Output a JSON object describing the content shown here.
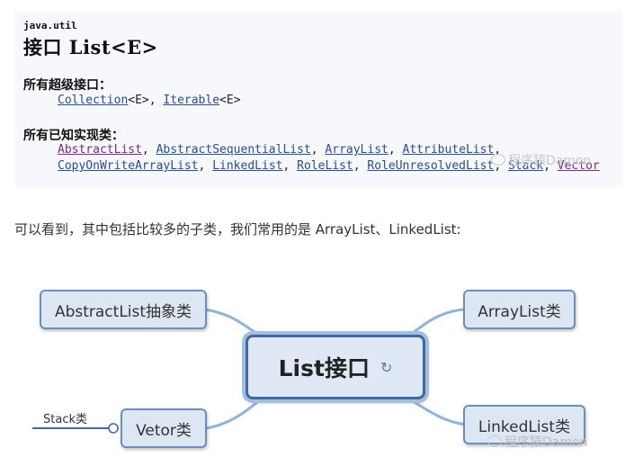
{
  "doc": {
    "package": "java.util",
    "title": "接口 List<E>",
    "superinterfaces_heading": "所有超级接口：",
    "superinterfaces": [
      {
        "name": "Collection",
        "suffix": "<E>, "
      },
      {
        "name": "Iterable",
        "suffix": "<E>"
      }
    ],
    "known_impl_heading": "所有已知实现类：",
    "impl_row1": [
      {
        "name": "AbstractList",
        "suffix": ", "
      },
      {
        "name": "AbstractSequentialList",
        "suffix": ", "
      },
      {
        "name": "ArrayList",
        "suffix": ", "
      },
      {
        "name": "AttributeList",
        "suffix": ","
      }
    ],
    "impl_row2": [
      {
        "name": "CopyOnWriteArrayList",
        "suffix": ", "
      },
      {
        "name": "LinkedList",
        "suffix": ", "
      },
      {
        "name": "RoleList",
        "suffix": ", "
      },
      {
        "name": "RoleUnresolvedList",
        "suffix": ", "
      },
      {
        "name": "Stack",
        "suffix": ", "
      },
      {
        "name": "Vector",
        "suffix": ""
      }
    ]
  },
  "watermark": "程序猿Damon",
  "paragraph": "可以看到，其中包括比较多的子类，我们常用的是 ArrayList、LinkedList:",
  "mindmap": {
    "center": "List接口",
    "center_icon": "refresh-icon",
    "abstract_list": "AbstractList抽象类",
    "array_list": "ArrayList类",
    "vetor": "Vetor类",
    "linked_list": "LinkedList类",
    "stack": "Stack类"
  }
}
